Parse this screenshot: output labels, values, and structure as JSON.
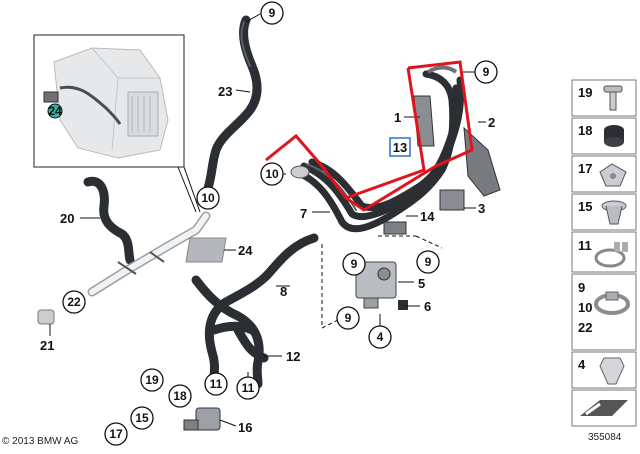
{
  "diagram": {
    "callouts_circled": [
      "9",
      "10",
      "9",
      "9",
      "9",
      "22",
      "19",
      "18",
      "15",
      "17",
      "11",
      "11",
      "4",
      "9",
      "24"
    ],
    "callouts_plain": [
      "23",
      "1",
      "2",
      "3",
      "20",
      "7",
      "14",
      "24",
      "8",
      "5",
      "6",
      "21",
      "12",
      "16"
    ],
    "highlighted_callout": "13"
  },
  "parts_panel": {
    "items": [
      {
        "number": "19",
        "icon": "bolt-icon"
      },
      {
        "number": "18",
        "icon": "grommet-icon"
      },
      {
        "number": "17",
        "icon": "bracket-clip-icon"
      },
      {
        "number": "15",
        "icon": "expanding-rivet-icon"
      },
      {
        "number": "11",
        "icon": "spring-clamp-icon"
      },
      {
        "number": "9\n10\n22",
        "icon": "hose-clamp-icon"
      },
      {
        "number": "4",
        "icon": "plastic-nut-icon"
      },
      {
        "number": "",
        "icon": "kit-arrow-icon"
      }
    ]
  },
  "footer": {
    "copyright": "© 2013 BMW AG",
    "diagram_id": "355084"
  },
  "colors": {
    "highlight_outline": "#e0141e",
    "callout_box": "#2a6fd6",
    "hose": "#2b2f33",
    "inset_marker": "#2fb3a7"
  }
}
